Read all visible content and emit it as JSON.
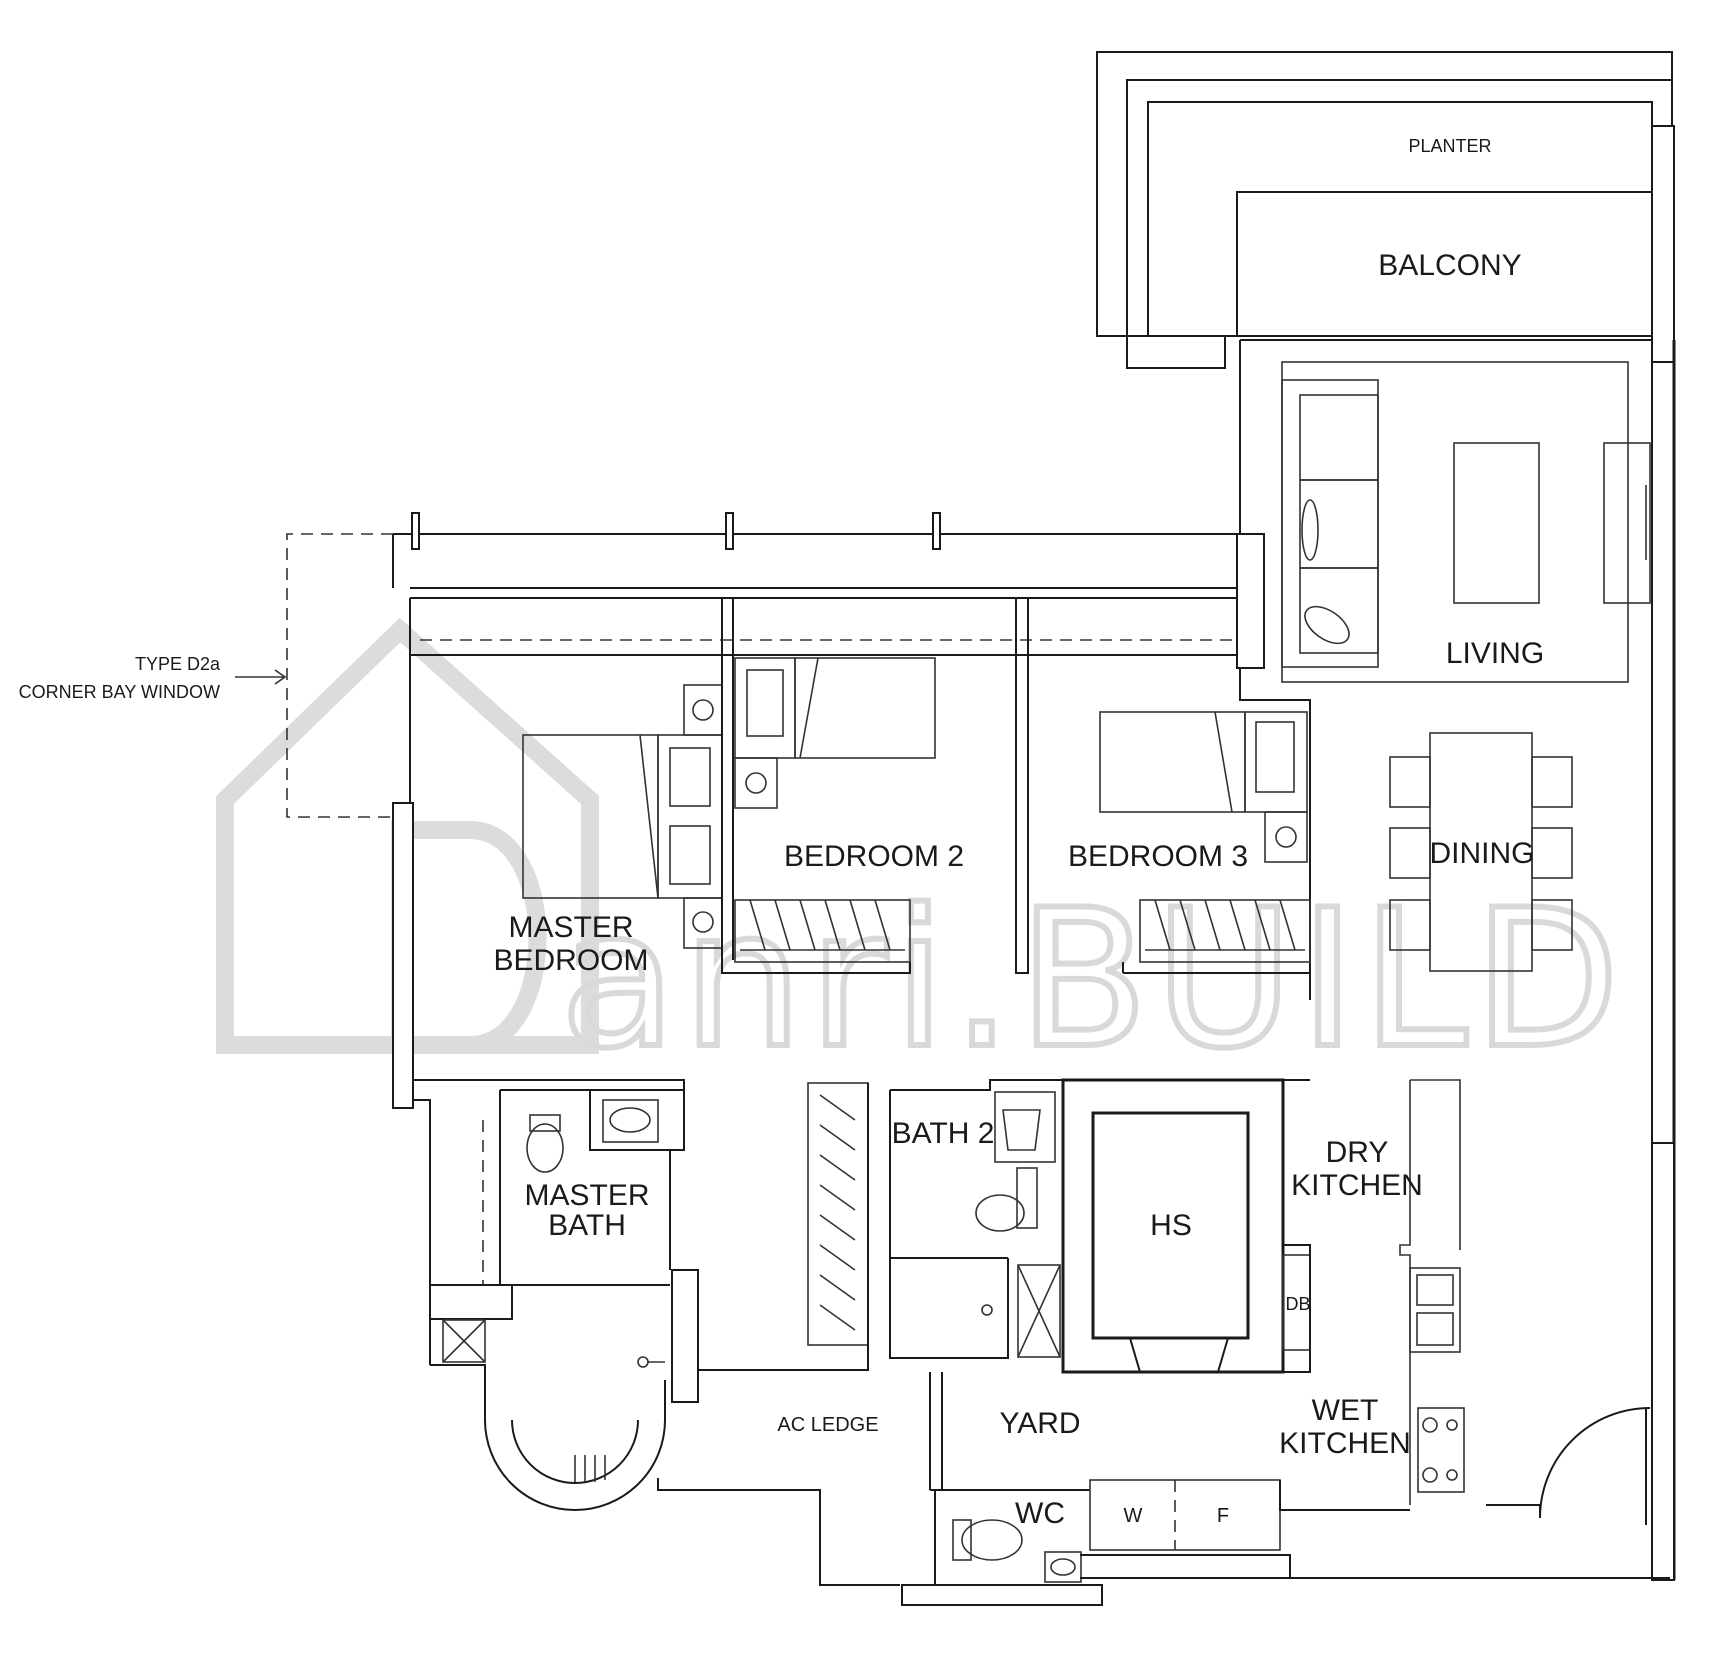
{
  "rooms": {
    "planter": "PLANTER",
    "balcony": "BALCONY",
    "living": "LIVING",
    "dining": "DINING",
    "bedroom2": "BEDROOM 2",
    "bedroom3": "BEDROOM 3",
    "master_bedroom_line1": "MASTER",
    "master_bedroom_line2": "BEDROOM",
    "master_bath_line1": "MASTER",
    "master_bath_line2": "BATH",
    "bath2": "BATH 2",
    "hs": "HS",
    "dry_kitchen_line1": "DRY",
    "dry_kitchen_line2": "KITCHEN",
    "db": "DB",
    "ac_ledge": "AC LEDGE",
    "yard": "YARD",
    "wet_kitchen_line1": "WET",
    "wet_kitchen_line2": "KITCHEN",
    "wc": "WC",
    "washer": "W",
    "fridge": "F"
  },
  "annotation": {
    "line1": "TYPE D2a",
    "line2": "CORNER BAY WINDOW"
  },
  "watermark": {
    "text": "anri.BUILD"
  }
}
